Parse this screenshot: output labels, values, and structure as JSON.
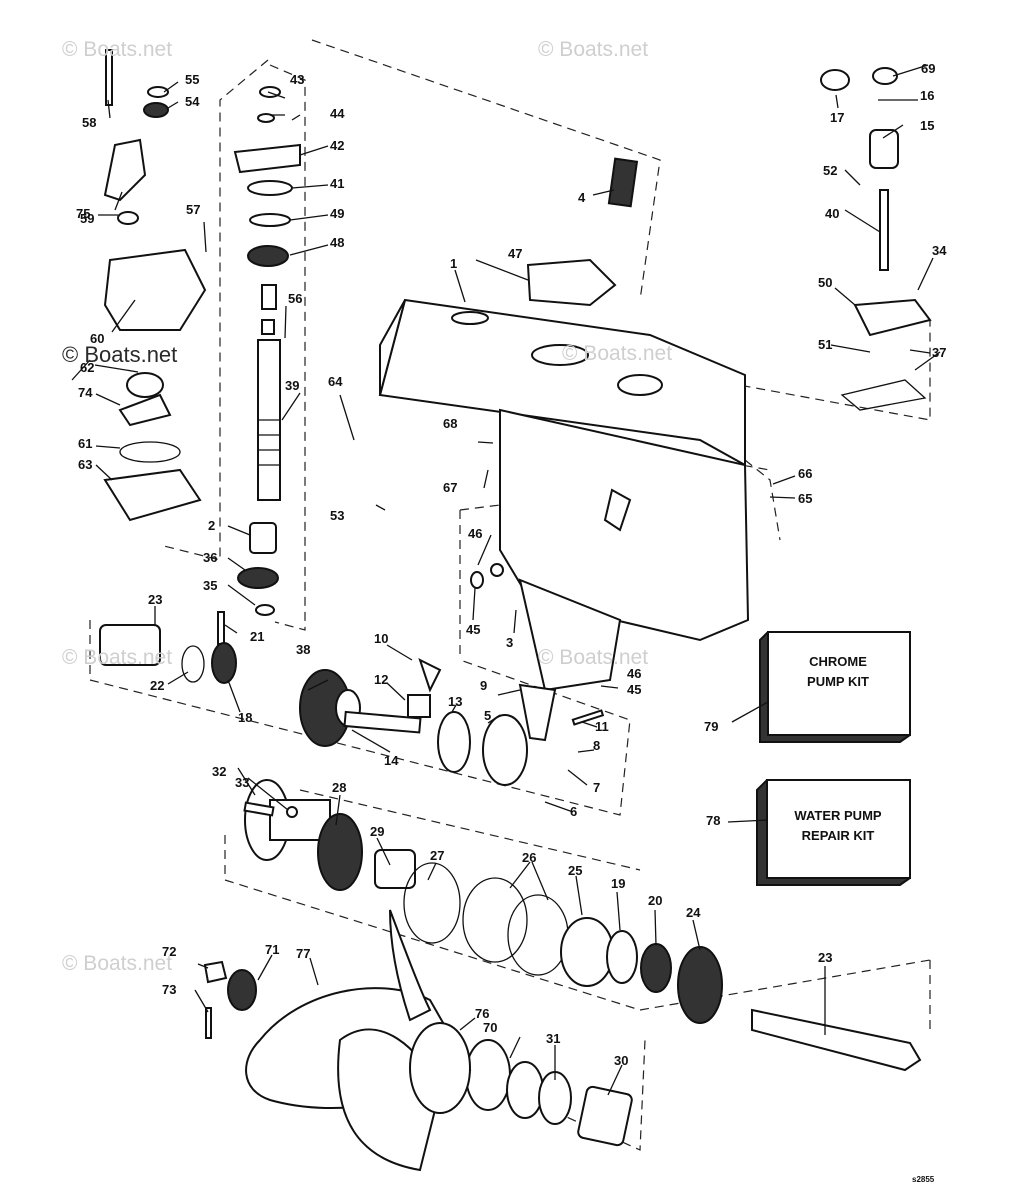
{
  "watermarks": [
    "© Boats.net",
    "© Boats.net",
    "© Boats.net",
    "© Boats.net",
    "© Boats.net",
    "© Boats.net",
    "© Boats.net"
  ],
  "kits": {
    "chrome": [
      "CHROME",
      "PUMP KIT"
    ],
    "water": [
      "WATER PUMP",
      "REPAIR KIT"
    ]
  },
  "diagram_code": "s2855",
  "callouts": [
    "1",
    "2",
    "3",
    "4",
    "5",
    "6",
    "7",
    "8",
    "9",
    "10",
    "11",
    "12",
    "13",
    "14",
    "15",
    "16",
    "17",
    "18",
    "19",
    "20",
    "21",
    "22",
    "23",
    "23",
    "24",
    "25",
    "26",
    "27",
    "28",
    "29",
    "30",
    "31",
    "32",
    "33",
    "34",
    "35",
    "36",
    "37",
    "38",
    "39",
    "40",
    "41",
    "42",
    "43",
    "44",
    "45",
    "45",
    "46",
    "46",
    "47",
    "48",
    "49",
    "50",
    "51",
    "52",
    "53",
    "54",
    "55",
    "56",
    "57",
    "58",
    "59",
    "60",
    "61",
    "62",
    "63",
    "64",
    "65",
    "66",
    "67",
    "68",
    "69",
    "70",
    "71",
    "72",
    "73",
    "74",
    "75",
    "76",
    "77",
    "78",
    "79"
  ]
}
